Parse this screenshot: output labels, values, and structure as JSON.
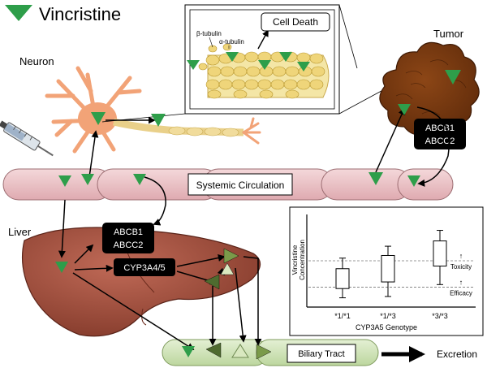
{
  "title": "Vincristine",
  "labels": {
    "neuron": "Neuron",
    "tumor": "Tumor",
    "liver": "Liver",
    "systemic_circulation": "Systemic Circulation",
    "biliary_tract": "Biliary Tract",
    "excretion": "Excretion",
    "cell_death": "Cell Death",
    "beta_tubulin": "β-tubulin",
    "alpha_tubulin": "α-tubulin"
  },
  "transporter_boxes": {
    "tumor": [
      "ABCB1",
      "ABCC2"
    ],
    "liver": [
      "ABCB1",
      "ABCC2"
    ]
  },
  "enzyme_box": "CYP3A4/5",
  "colors": {
    "drug": "#2e9e4a",
    "metabolite_dark": "#4f6b2f",
    "metabolite_olive": "#7a9a4a",
    "metabolite_pale": "#d9e8c0",
    "circulation": "#e9c1c4",
    "biliary": "#cfe3b6",
    "tumor": "#7a3a12",
    "liver": "#a4513f",
    "neuron": "#f2a377",
    "axon": "#e9d08a"
  },
  "chart_data": {
    "type": "box",
    "categories": [
      "*1/*1",
      "*1/*3",
      "*3/*3"
    ],
    "boxes": [
      {
        "min": 1.2,
        "q1": 1.9,
        "q3": 3.4,
        "max": 4.2
      },
      {
        "min": 1.3,
        "q1": 2.4,
        "q3": 4.4,
        "max": 5.1
      },
      {
        "min": 2.2,
        "q1": 3.6,
        "q3": 5.5,
        "max": 6.3
      }
    ],
    "thresholds": [
      {
        "label": "Toxicity",
        "value": 4.0
      },
      {
        "label": "Efficacy",
        "value": 2.0
      }
    ],
    "ylim": [
      0.5,
      7.5
    ],
    "xlabel": "CYP3A5 Genotype",
    "ylabel_line1": "Vincristine",
    "ylabel_line2": "Concentration",
    "threshold_arrow": "↑"
  }
}
